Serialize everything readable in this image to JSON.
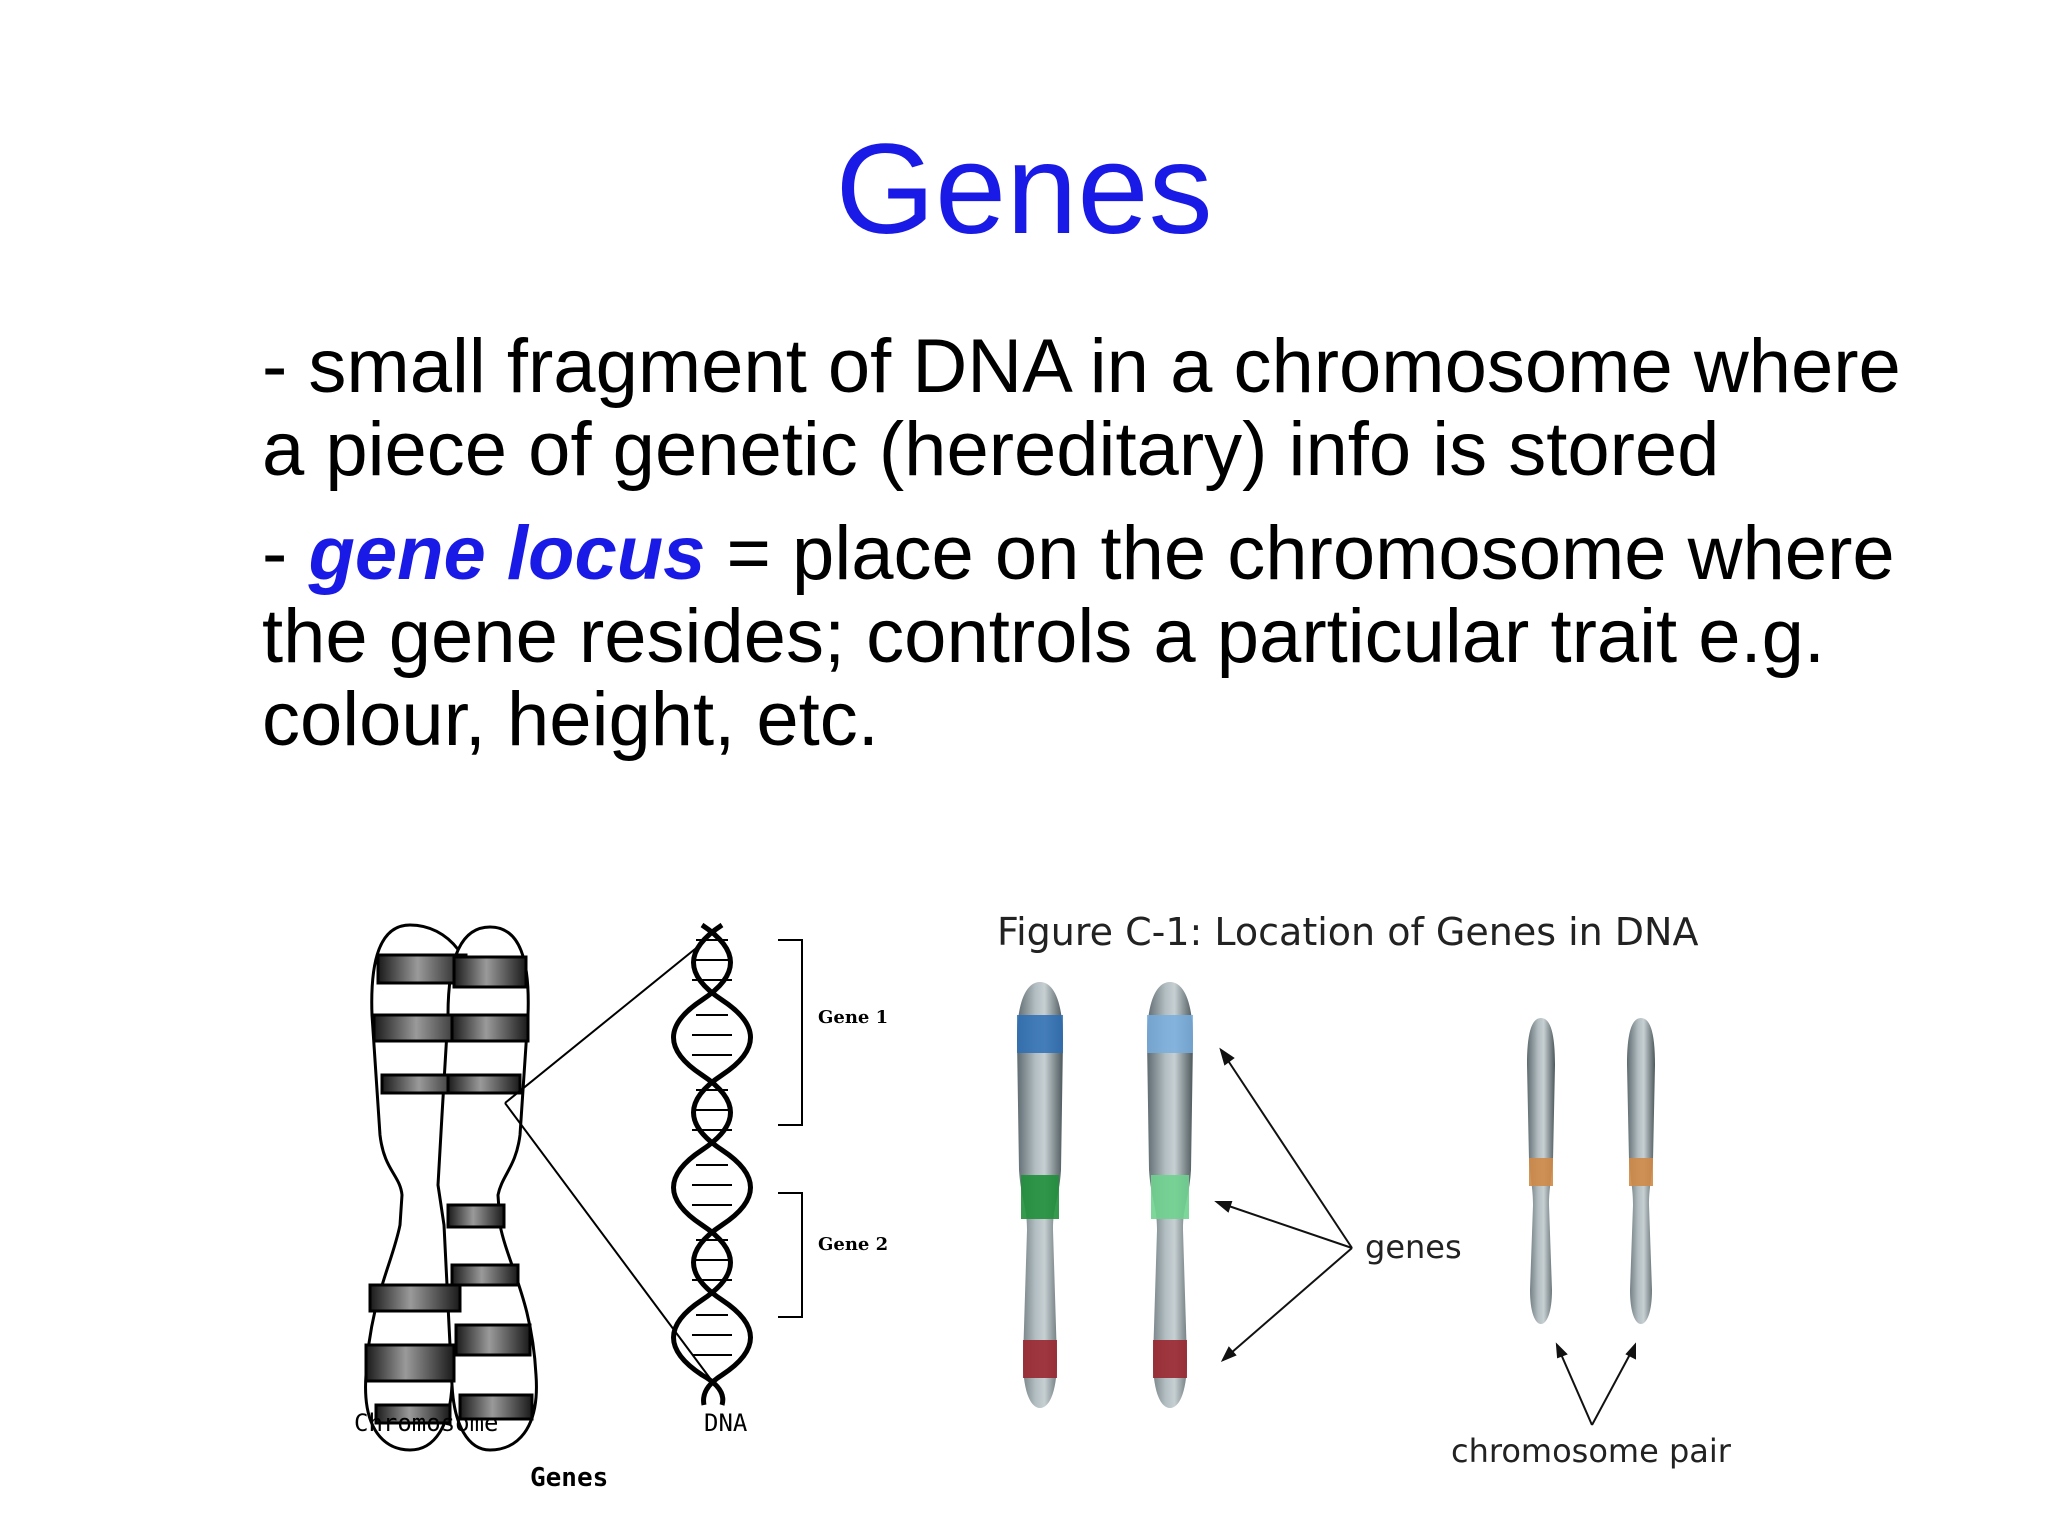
{
  "title": "Genes",
  "colors": {
    "accent": "#1a1ae6",
    "text": "#000000"
  },
  "bullets": {
    "b1": {
      "text": "- small fragment of DNA in a chromosome where a piece of genetic (hereditary) info is stored"
    },
    "b2": {
      "prefix": "- ",
      "term": "gene locus",
      "rest": " = place on the chromosome where the gene resides; controls a particular trait e.g. colour, height, etc."
    }
  },
  "figure_left": {
    "chromosome_label": "Chromosome",
    "dna_label": "DNA",
    "gene1_label": "Gene 1",
    "gene2_label": "Gene 2",
    "caption": "Genes"
  },
  "figure_right": {
    "title": "Figure C-1: Location of Genes in DNA",
    "genes_label": "genes",
    "pair_label": "chromosome pair",
    "band_colors": [
      "#2d6fb5",
      "#1f8f3a",
      "#9a2630",
      "#78aede",
      "#6fd18f",
      "#cf8a47"
    ]
  }
}
